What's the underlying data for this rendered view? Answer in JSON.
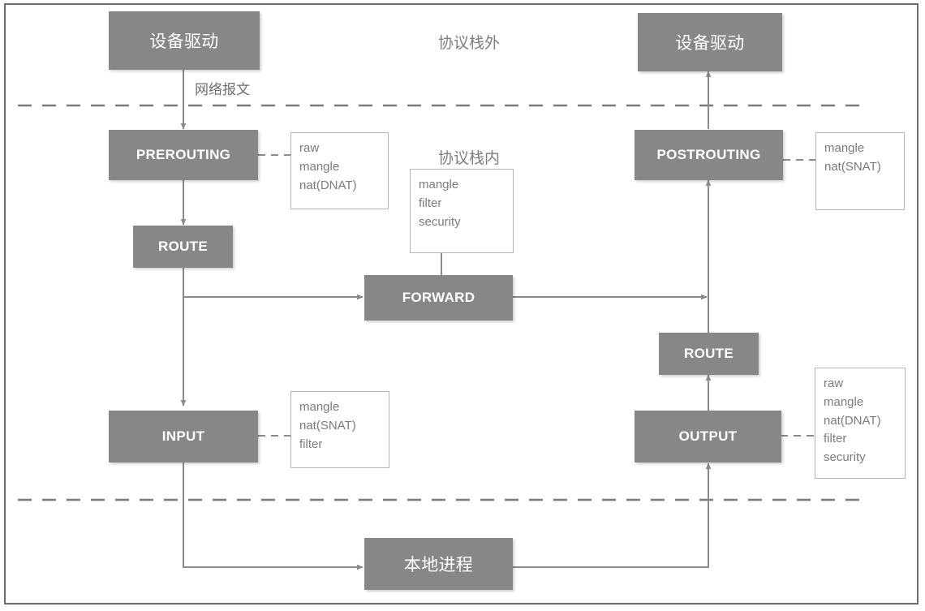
{
  "diagram": {
    "title_present": false,
    "colors": {
      "box_fill": "#878787",
      "box_text": "#ffffff",
      "note_border": "#b5b5b5",
      "note_text": "#7b7b7b",
      "wire": "#8a8a8a",
      "dashed_divider": "#7a7a7a",
      "frame": "#6e6e6e",
      "background": "#ffffff"
    },
    "zones": [
      {
        "id": "outside-stack",
        "label": "协议栈外"
      },
      {
        "id": "inside-stack",
        "label": "协议栈内"
      }
    ],
    "nodes": [
      {
        "id": "device-driver-in",
        "label": "设备驱动",
        "lang": "cn"
      },
      {
        "id": "prerouting",
        "label": "PREROUTING",
        "lang": "en"
      },
      {
        "id": "route-left",
        "label": "ROUTE",
        "lang": "en"
      },
      {
        "id": "forward",
        "label": "FORWARD",
        "lang": "en"
      },
      {
        "id": "input",
        "label": "INPUT",
        "lang": "en"
      },
      {
        "id": "local-process",
        "label": "本地进程",
        "lang": "cn"
      },
      {
        "id": "output",
        "label": "OUTPUT",
        "lang": "en"
      },
      {
        "id": "route-right",
        "label": "ROUTE",
        "lang": "en"
      },
      {
        "id": "postrouting",
        "label": "POSTROUTING",
        "lang": "en"
      },
      {
        "id": "device-driver-out",
        "label": "设备驱动",
        "lang": "cn"
      }
    ],
    "edge_labels": [
      {
        "id": "network-packet",
        "label": "网络报文"
      }
    ],
    "notes": [
      {
        "id": "note-prerouting",
        "attached_to": "prerouting",
        "tables": [
          "raw",
          "mangle",
          "nat(DNAT)"
        ]
      },
      {
        "id": "note-forward",
        "attached_to": "forward",
        "tables": [
          "mangle",
          "filter",
          "security"
        ]
      },
      {
        "id": "note-input",
        "attached_to": "input",
        "tables": [
          "mangle",
          "nat(SNAT)",
          "filter"
        ]
      },
      {
        "id": "note-postrouting",
        "attached_to": "postrouting",
        "tables": [
          "mangle",
          "nat(SNAT)"
        ]
      },
      {
        "id": "note-output",
        "attached_to": "output",
        "tables": [
          "raw",
          "mangle",
          "nat(DNAT)",
          "filter",
          "security"
        ]
      }
    ]
  }
}
